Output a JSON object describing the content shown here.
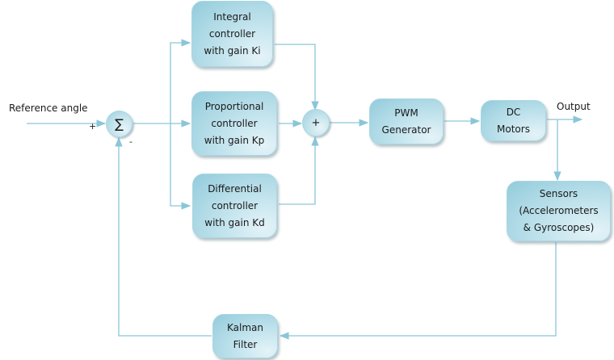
{
  "diagram": {
    "colors": {
      "wire": "#8ac6d8",
      "box_fill": "#bfe2ec",
      "box_border": "#a9d6e3",
      "text": "#1a1a1a"
    },
    "labels": {
      "reference_angle": "Reference angle",
      "output": "Output",
      "plus_sign": "+",
      "minus_sign": "-"
    },
    "nodes": {
      "summing_junction": {
        "symbol": "∑"
      },
      "adder": {
        "symbol": "+"
      },
      "integral": {
        "text": "Integral\ncontroller\nwith gain Ki"
      },
      "proportional": {
        "text": "Proportional\ncontroller\nwith gain Kp"
      },
      "differential": {
        "text": "Differential\ncontroller\nwith gain Kd"
      },
      "pwm": {
        "text": "PWM\nGenerator"
      },
      "dc_motors": {
        "text": "DC\nMotors"
      },
      "sensors": {
        "text": "Sensors\n(Accelerometers\n& Gyroscopes)"
      },
      "kalman": {
        "text": "Kalman\nFilter"
      }
    },
    "edges": [
      {
        "from": "reference_angle",
        "to": "summing_junction"
      },
      {
        "from": "summing_junction",
        "to": "integral"
      },
      {
        "from": "summing_junction",
        "to": "proportional"
      },
      {
        "from": "summing_junction",
        "to": "differential"
      },
      {
        "from": "integral",
        "to": "adder"
      },
      {
        "from": "proportional",
        "to": "adder"
      },
      {
        "from": "differential",
        "to": "adder"
      },
      {
        "from": "adder",
        "to": "pwm"
      },
      {
        "from": "pwm",
        "to": "dc_motors"
      },
      {
        "from": "dc_motors",
        "to": "output"
      },
      {
        "from": "dc_motors",
        "to": "sensors"
      },
      {
        "from": "sensors",
        "to": "kalman"
      },
      {
        "from": "kalman",
        "to": "summing_junction"
      }
    ]
  }
}
